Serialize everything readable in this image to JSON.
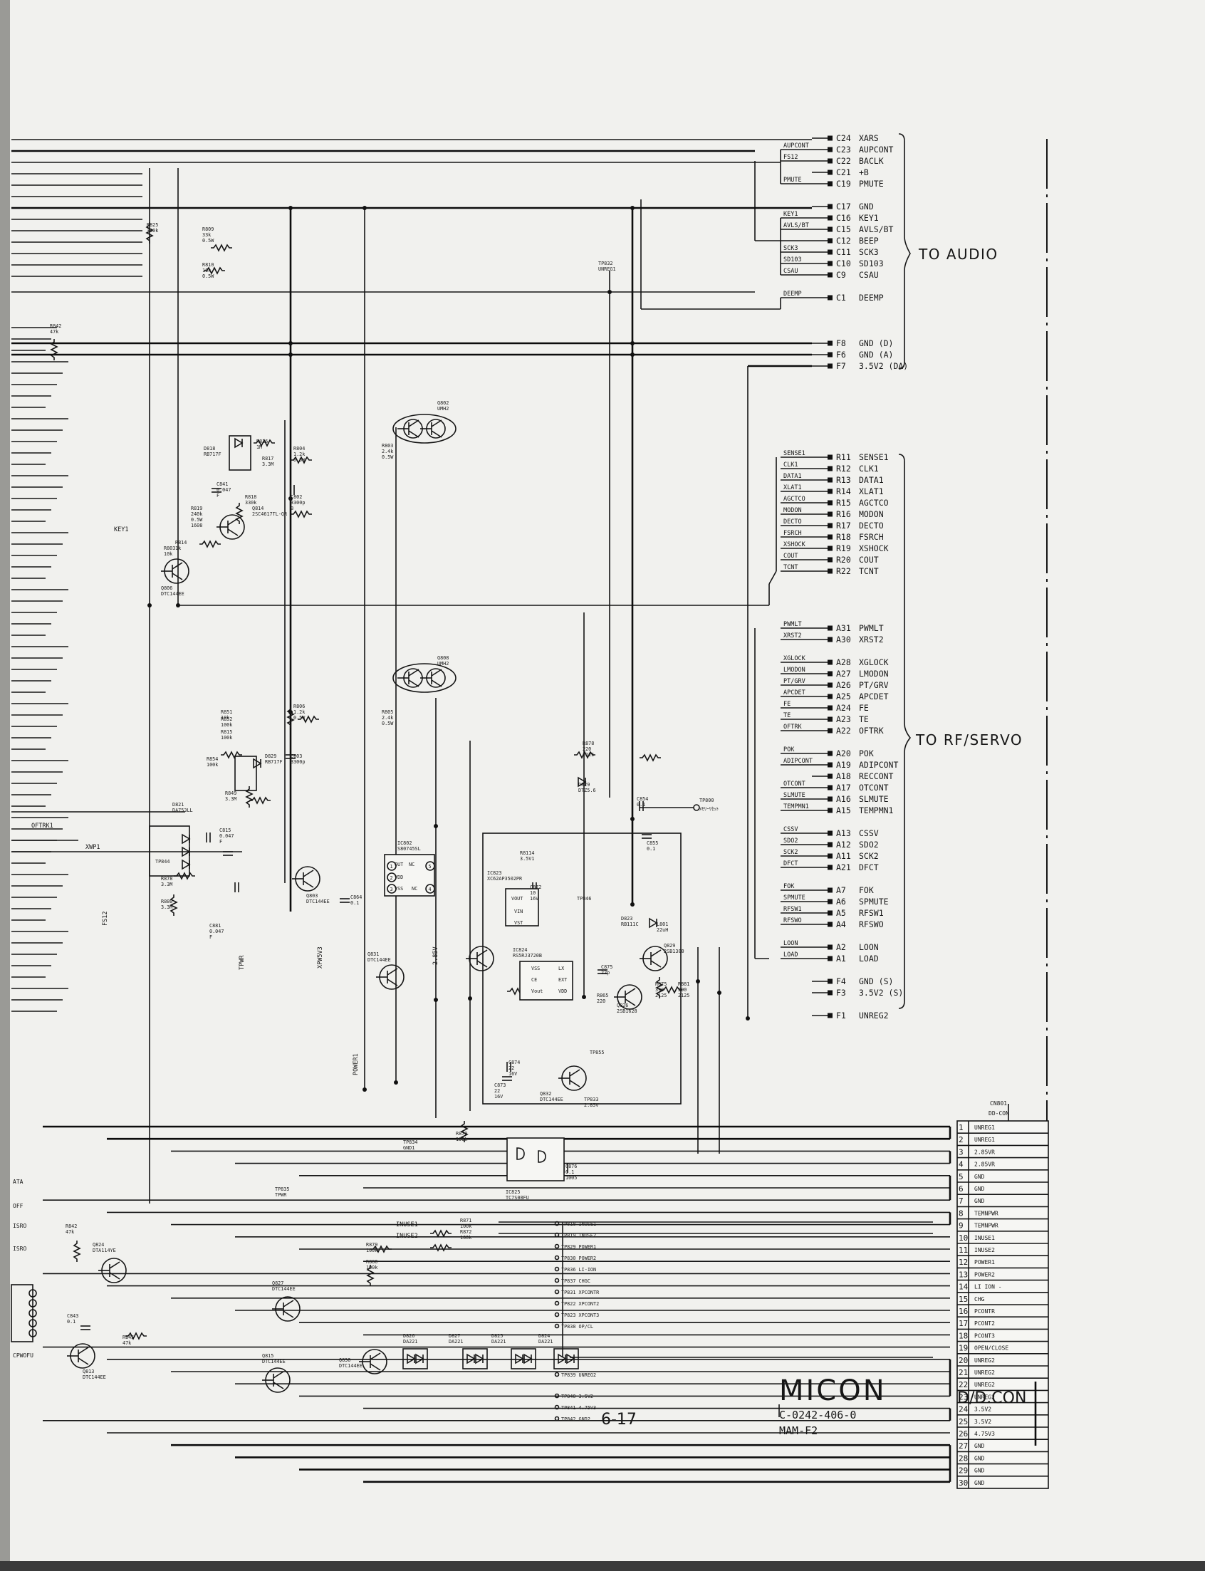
{
  "audio_pins": [
    {
      "pin": "C24",
      "name": "XARS",
      "wire": ""
    },
    {
      "pin": "C23",
      "name": "AUPCONT",
      "wire": "AUPCONT"
    },
    {
      "pin": "C22",
      "name": "BACLK",
      "wire": "FS12"
    },
    {
      "pin": "C21",
      "name": "+B",
      "wire": ""
    },
    {
      "pin": "C19",
      "name": "PMUTE",
      "wire": "PMUTE"
    },
    {
      "pin": "C17",
      "name": "GND",
      "wire": ""
    },
    {
      "pin": "C16",
      "name": "KEY1",
      "wire": "KEY1"
    },
    {
      "pin": "C15",
      "name": "AVLS/BT",
      "wire": "AVLS/BT"
    },
    {
      "pin": "C12",
      "name": "BEEP",
      "wire": ""
    },
    {
      "pin": "C11",
      "name": "SCK3",
      "wire": "SCK3"
    },
    {
      "pin": "C10",
      "name": "SD103",
      "wire": "SD103"
    },
    {
      "pin": "C9",
      "name": "CSAU",
      "wire": "CSAU"
    },
    {
      "pin": "C1",
      "name": "DEEMP",
      "wire": "DEEMP"
    }
  ],
  "power_pins_top": [
    {
      "pin": "F8",
      "name": "GND (D)"
    },
    {
      "pin": "F6",
      "name": "GND (A)"
    },
    {
      "pin": "F7",
      "name": "3.5V2 (DA)"
    }
  ],
  "rf_pins": [
    {
      "pin": "R11",
      "name": "SENSE1",
      "wire": "SENSE1"
    },
    {
      "pin": "R12",
      "name": "CLK1",
      "wire": "CLK1"
    },
    {
      "pin": "R13",
      "name": "DATA1",
      "wire": "DATA1"
    },
    {
      "pin": "R14",
      "name": "XLAT1",
      "wire": "XLAT1"
    },
    {
      "pin": "R15",
      "name": "AGCTCO",
      "wire": "AGCTCO"
    },
    {
      "pin": "R16",
      "name": "MODON",
      "wire": "MODON"
    },
    {
      "pin": "R17",
      "name": "DECTO",
      "wire": "DECTO"
    },
    {
      "pin": "R18",
      "name": "FSRCH",
      "wire": "FSRCH"
    },
    {
      "pin": "R19",
      "name": "XSHOCK",
      "wire": "XSHOCK"
    },
    {
      "pin": "R20",
      "name": "COUT",
      "wire": "COUT"
    },
    {
      "pin": "R22",
      "name": "TCNT",
      "wire": "TCNT"
    },
    {
      "pin": "A31",
      "name": "PWMLT",
      "wire": "PWMLT"
    },
    {
      "pin": "A30",
      "name": "XRST2",
      "wire": "XRST2"
    },
    {
      "pin": "A28",
      "name": "XGLOCK",
      "wire": "XGLOCK"
    },
    {
      "pin": "A27",
      "name": "LMODON",
      "wire": "LMODON"
    },
    {
      "pin": "A26",
      "name": "PT/GRV",
      "wire": "PT/GRV"
    },
    {
      "pin": "A25",
      "name": "APCDET",
      "wire": "APCDET"
    },
    {
      "pin": "A24",
      "name": "FE",
      "wire": "FE"
    },
    {
      "pin": "A23",
      "name": "TE",
      "wire": "TE"
    },
    {
      "pin": "A22",
      "name": "OFTRK",
      "wire": "OFTRK"
    },
    {
      "pin": "A20",
      "name": "POK",
      "wire": "POK"
    },
    {
      "pin": "A19",
      "name": "ADIPCONT",
      "wire": "ADIPCONT"
    },
    {
      "pin": "A18",
      "name": "RECCONT",
      "wire": ""
    },
    {
      "pin": "A17",
      "name": "OTCONT",
      "wire": "OTCONT"
    },
    {
      "pin": "A16",
      "name": "SLMUTE",
      "wire": "SLMUTE"
    },
    {
      "pin": "A15",
      "name": "TEMPMN1",
      "wire": "TEMPMN1"
    },
    {
      "pin": "A13",
      "name": "CSSV",
      "wire": "CSSV"
    },
    {
      "pin": "A12",
      "name": "SDO2",
      "wire": "SDO2"
    },
    {
      "pin": "A11",
      "name": "SCK2",
      "wire": "SCK2"
    },
    {
      "pin": "A21",
      "name": "DFCT",
      "wire": "DFCT"
    },
    {
      "pin": "A7",
      "name": "FOK",
      "wire": "FOK"
    },
    {
      "pin": "A6",
      "name": "SPMUTE",
      "wire": "SPMUTE"
    },
    {
      "pin": "A5",
      "name": "RFSW1",
      "wire": "RFSW1"
    },
    {
      "pin": "A4",
      "name": "RFSWO",
      "wire": "RFSWO"
    },
    {
      "pin": "A2",
      "name": "LOON",
      "wire": "LOON"
    },
    {
      "pin": "A1",
      "name": "LOAD",
      "wire": "LOAD"
    }
  ],
  "power_pins_bottom": [
    {
      "pin": "F4",
      "name": "GND (S)"
    },
    {
      "pin": "F3",
      "name": "3.5V2 (S)"
    },
    {
      "pin": "F1",
      "name": "UNREG2"
    }
  ],
  "to_audio": "TO AUDIO",
  "to_rf_servo": "TO RF/SERVO",
  "left_signals": [
    {
      "id": "key1",
      "text": "KEY1"
    },
    {
      "id": "oftrk",
      "text": "OFTRK1"
    },
    {
      "id": "xwp",
      "text": "XWP1"
    },
    {
      "id": "fs12",
      "text": "FS12"
    },
    {
      "id": "tpwr",
      "text": "TPWR"
    },
    {
      "id": "xpw",
      "text": "XPW5V3"
    },
    {
      "id": "v285",
      "text": "2.85V"
    },
    {
      "id": "power",
      "text": "POWER1"
    },
    {
      "id": "inuse1",
      "text": "INUSE1"
    },
    {
      "id": "inuse2",
      "text": "INUSE2"
    }
  ],
  "edge_labels": [
    "ATA",
    "OFF",
    "ISRO",
    "ISRO",
    "CPWOFU"
  ],
  "components": [
    {
      "id": "r825",
      "text": "R825 330k"
    },
    {
      "id": "r809",
      "text": "R809 33k 0.5W"
    },
    {
      "id": "r810",
      "text": "R810 10k 0.5W"
    },
    {
      "id": "r842",
      "text": "R842 47k"
    },
    {
      "id": "d818",
      "text": "D818 RB717F"
    },
    {
      "id": "r816",
      "text": "R816 1M"
    },
    {
      "id": "r817",
      "text": "R817 3.3M"
    },
    {
      "id": "r818",
      "text": "R818 330k"
    },
    {
      "id": "r819",
      "text": "R819 240k 0.5W 1608"
    },
    {
      "id": "c841",
      "text": "C841 0.047 F"
    },
    {
      "id": "q814",
      "text": "Q814 2SC4617TL-QR"
    },
    {
      "id": "r814",
      "text": "R814 1k"
    },
    {
      "id": "r803b",
      "text": "R803 10k"
    },
    {
      "id": "q806",
      "text": "Q806 DTC144EE"
    },
    {
      "id": "r804",
      "text": "R804 1.2k 0.5W"
    },
    {
      "id": "c802",
      "text": "C802 3300p B"
    },
    {
      "id": "q802",
      "text": "Q802 UMH2"
    },
    {
      "id": "r803",
      "text": "R803 2.4k 0.5W"
    },
    {
      "id": "tp832",
      "text": "TP832 UNREG1"
    },
    {
      "id": "q808",
      "text": "Q808 UMH2"
    },
    {
      "id": "r851",
      "text": "R851 10k"
    },
    {
      "id": "r852",
      "text": "R852 100k"
    },
    {
      "id": "r815",
      "text": "R815 100k"
    },
    {
      "id": "r806",
      "text": "R806 1.2k 0.5W"
    },
    {
      "id": "r805",
      "text": "R805 2.4k 0.5W"
    },
    {
      "id": "c803",
      "text": "C803 3300p"
    },
    {
      "id": "d829b",
      "text": "D829 RB717F"
    },
    {
      "id": "r854",
      "text": "R854 100k"
    },
    {
      "id": "r849",
      "text": "R849 3.3M"
    },
    {
      "id": "d821",
      "text": "D821 DA753LL"
    },
    {
      "id": "tp844",
      "text": "TP844"
    },
    {
      "id": "c815",
      "text": "C815 0.047 F"
    },
    {
      "id": "r878",
      "text": "R878 3.3M"
    },
    {
      "id": "r880",
      "text": "R880 3.3M"
    },
    {
      "id": "c881",
      "text": "C881 0.047 F"
    },
    {
      "id": "ic802",
      "text": "IC802 S80745SL"
    },
    {
      "id": "q803",
      "text": "Q803 DTC144EE"
    },
    {
      "id": "c864",
      "text": "C864 0.1"
    },
    {
      "id": "r878b",
      "text": "R878 220 2125"
    },
    {
      "id": "d829",
      "text": "D829 DTZ5.6"
    },
    {
      "id": "c854",
      "text": "C854 0.1"
    },
    {
      "id": "tp800",
      "text": "TP800"
    },
    {
      "id": "tp800b",
      "text": "ﾒﾓﾘｰﾘｾｯﾄ"
    },
    {
      "id": "c855",
      "text": "C855 0.1"
    },
    {
      "id": "r814b",
      "text": "R8114 3.5V1"
    },
    {
      "id": "ic823",
      "text": "IC823 XC62AP3502PR"
    },
    {
      "id": "c872",
      "text": "C872 10 16V"
    },
    {
      "id": "tp846",
      "text": "TP846"
    },
    {
      "id": "d823",
      "text": "D823 RB111C"
    },
    {
      "id": "l801",
      "text": "L801 22uH"
    },
    {
      "id": "q829",
      "text": "Q829 2SB1300"
    },
    {
      "id": "ic824",
      "text": "IC824 RS5RJ3720B"
    },
    {
      "id": "c875",
      "text": "C875 22p"
    },
    {
      "id": "r865",
      "text": "R865 220"
    },
    {
      "id": "q826",
      "text": "Q826 2SB1628"
    },
    {
      "id": "r875",
      "text": "R875 390 2125"
    },
    {
      "id": "r881",
      "text": "R881 390 2125"
    },
    {
      "id": "q831",
      "text": "Q831 DTC144EE"
    },
    {
      "id": "c874",
      "text": "C874 22 16V"
    },
    {
      "id": "c873",
      "text": "C873 22 16V"
    },
    {
      "id": "q832",
      "text": "Q832 DTC144EE"
    },
    {
      "id": "tp855",
      "text": "TP855"
    },
    {
      "id": "tp833",
      "text": "TP833 2.85V"
    },
    {
      "id": "r870",
      "text": "R870 100k"
    },
    {
      "id": "tp834",
      "text": "TP834 GND1"
    },
    {
      "id": "ic825",
      "text": "IC825 TC7S00FU"
    },
    {
      "id": "c876",
      "text": "C876 0.1 1005"
    },
    {
      "id": "tp835",
      "text": "TP835 TPWR"
    },
    {
      "id": "r879",
      "text": "R879 100k"
    },
    {
      "id": "r880b",
      "text": "R880 100k"
    },
    {
      "id": "r871",
      "text": "R871 100k"
    },
    {
      "id": "r872",
      "text": "R872 100k"
    },
    {
      "id": "r842b",
      "text": "R842 47k"
    },
    {
      "id": "q824",
      "text": "Q824 DTA114YE"
    },
    {
      "id": "q827",
      "text": "Q827 DTC144EE"
    },
    {
      "id": "c843",
      "text": "C843 0.1"
    },
    {
      "id": "q813",
      "text": "Q813 DTC144EE"
    },
    {
      "id": "r845",
      "text": "R845 47k"
    },
    {
      "id": "q815",
      "text": "Q815 DTC144EE"
    },
    {
      "id": "q830",
      "text": "Q830 DTC144EE"
    },
    {
      "id": "d826",
      "text": "D826 DA221"
    },
    {
      "id": "d827",
      "text": "D827 DA221"
    },
    {
      "id": "d825",
      "text": "D825 DA221"
    },
    {
      "id": "d824",
      "text": "D824 DA221"
    }
  ],
  "ic802_pins": [
    "OUT",
    "NC",
    "VDD",
    "VSS",
    "NC"
  ],
  "ic823_pins": [
    "VOUT",
    "VIN",
    "VST"
  ],
  "ic824_pins": [
    "VSS",
    "LX",
    "CE",
    "EXT",
    "Vout",
    "VDD"
  ],
  "testpoints": [
    {
      "tp": "TP818",
      "name": "INUSE1"
    },
    {
      "tp": "TP819",
      "name": "INUSE2"
    },
    {
      "tp": "TP829",
      "name": "POWER1"
    },
    {
      "tp": "TP830",
      "name": "POWER2"
    },
    {
      "tp": "TP836",
      "name": "LI-ION"
    },
    {
      "tp": "TP837",
      "name": "CHGC"
    },
    {
      "tp": "TP831",
      "name": "XPCONTR"
    },
    {
      "tp": "TP822",
      "name": "XPCONT2"
    },
    {
      "tp": "TP823",
      "name": "XPCONT3"
    },
    {
      "tp": "TP838",
      "name": "OP/CL"
    },
    {
      "tp": "TP839",
      "name": "UNREG2"
    },
    {
      "tp": "TP840",
      "name": "3.5V2"
    },
    {
      "tp": "TP841",
      "name": "4.75V3"
    },
    {
      "tp": "TP842",
      "name": "GND2"
    }
  ],
  "connector": {
    "ref": "CN801",
    "sub": "DD-CON",
    "rows": [
      {
        "n": "1",
        "name": "UNREG1"
      },
      {
        "n": "2",
        "name": "UNREG1"
      },
      {
        "n": "3",
        "name": "2.85VR"
      },
      {
        "n": "4",
        "name": "2.85VR"
      },
      {
        "n": "5",
        "name": "GND"
      },
      {
        "n": "6",
        "name": "GND"
      },
      {
        "n": "7",
        "name": "GND"
      },
      {
        "n": "8",
        "name": "TEMNPWR"
      },
      {
        "n": "9",
        "name": "TEMNPWR"
      },
      {
        "n": "10",
        "name": "INUSE1"
      },
      {
        "n": "11",
        "name": "INUSE2"
      },
      {
        "n": "12",
        "name": "POWER1"
      },
      {
        "n": "13",
        "name": "POWER2"
      },
      {
        "n": "14",
        "name": "LI ION -"
      },
      {
        "n": "15",
        "name": "CHG"
      },
      {
        "n": "16",
        "name": "PCONTR"
      },
      {
        "n": "17",
        "name": "PCONT2"
      },
      {
        "n": "18",
        "name": "PCONT3"
      },
      {
        "n": "19",
        "name": "OPEN/CLOSE"
      },
      {
        "n": "20",
        "name": "UNREG2"
      },
      {
        "n": "21",
        "name": "UNREG2"
      },
      {
        "n": "22",
        "name": "UNREG2"
      },
      {
        "n": "23",
        "name": "UNREG2"
      },
      {
        "n": "24",
        "name": "3.5V2"
      },
      {
        "n": "25",
        "name": "3.5V2"
      },
      {
        "n": "26",
        "name": "4.75V3"
      },
      {
        "n": "27",
        "name": "GND"
      },
      {
        "n": "28",
        "name": "GND"
      },
      {
        "n": "29",
        "name": "GND"
      },
      {
        "n": "30",
        "name": "GND"
      }
    ]
  },
  "title_block": {
    "title": "MICON",
    "drawing_no": "C-0242-406-0",
    "model": "MAM-F2",
    "connector_label": "D/D.CON",
    "page": "6-17"
  }
}
